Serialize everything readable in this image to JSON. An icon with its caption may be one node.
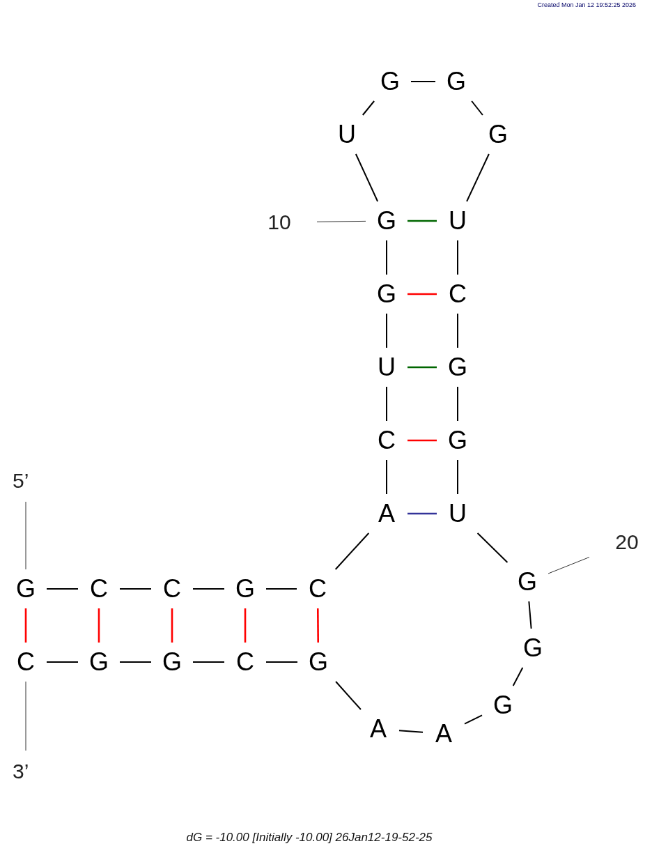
{
  "diagram": {
    "caption": "dG = -10.00 [Initially -10.00] 26Jan12-19-52-25",
    "nodes": [
      {
        "text": [
          "5’"
        ]
      },
      {
        "text": [
          "G"
        ]
      },
      {
        "text": [
          "C"
        ]
      },
      {
        "text": [
          "C"
        ]
      },
      {
        "text": [
          "G"
        ]
      },
      {
        "text": [
          "C"
        ]
      },
      {
        "text": [
          "A"
        ]
      },
      {
        "text": [
          "C"
        ]
      },
      {
        "text": [
          "U"
        ]
      },
      {
        "text": [
          "G"
        ]
      },
      {
        "text": [
          "G"
        ]
      },
      {
        "text": [
          "U"
        ]
      },
      {
        "text": [
          "G"
        ]
      },
      {
        "text": [
          "G"
        ]
      },
      {
        "text": [
          "G"
        ]
      },
      {
        "text": [
          "U"
        ]
      },
      {
        "text": [
          "C"
        ]
      },
      {
        "text": [
          "G"
        ]
      },
      {
        "text": [
          "G"
        ]
      },
      {
        "text": [
          "U"
        ]
      },
      {
        "text": [
          "G"
        ]
      },
      {
        "text": [
          "G"
        ]
      },
      {
        "text": [
          "G"
        ]
      },
      {
        "text": [
          "A"
        ]
      },
      {
        "text": [
          "A"
        ]
      },
      {
        "text": [
          "G"
        ]
      },
      {
        "text": [
          "C"
        ]
      },
      {
        "text": [
          "G"
        ]
      },
      {
        "text": [
          "G"
        ]
      },
      {
        "text": [
          "C"
        ]
      },
      {
        "text": [
          "3’"
        ]
      },
      {
        "text": [
          "10"
        ]
      },
      {
        "text": [
          "20"
        ]
      }
    ],
    "edges": [
      {
        "from": 0,
        "to": 1,
        "arrow": "none"
      },
      {
        "from": 1,
        "to": 2,
        "arrow": "none"
      },
      {
        "from": 2,
        "to": 3,
        "arrow": "none"
      },
      {
        "from": 3,
        "to": 4,
        "arrow": "none"
      },
      {
        "from": 4,
        "to": 5,
        "arrow": "none"
      },
      {
        "from": 5,
        "to": 6,
        "arrow": "none"
      },
      {
        "from": 6,
        "to": 7,
        "arrow": "none"
      },
      {
        "from": 7,
        "to": 8,
        "arrow": "none"
      },
      {
        "from": 8,
        "to": 9,
        "arrow": "none"
      },
      {
        "from": 9,
        "to": 10,
        "arrow": "none"
      },
      {
        "from": 10,
        "to": 11,
        "arrow": "none"
      },
      {
        "from": 11,
        "to": 12,
        "arrow": "none"
      },
      {
        "from": 12,
        "to": 13,
        "arrow": "none"
      },
      {
        "from": 13,
        "to": 14,
        "arrow": "none"
      },
      {
        "from": 14,
        "to": 15,
        "arrow": "none"
      },
      {
        "from": 15,
        "to": 16,
        "arrow": "none"
      },
      {
        "from": 16,
        "to": 17,
        "arrow": "none"
      },
      {
        "from": 17,
        "to": 18,
        "arrow": "none"
      },
      {
        "from": 18,
        "to": 19,
        "arrow": "none"
      },
      {
        "from": 19,
        "to": 20,
        "arrow": "none"
      },
      {
        "from": 20,
        "to": 21,
        "arrow": "none"
      },
      {
        "from": 21,
        "to": 22,
        "arrow": "none"
      },
      {
        "from": 22,
        "to": 23,
        "arrow": "none"
      },
      {
        "from": 23,
        "to": 24,
        "arrow": "none"
      },
      {
        "from": 24,
        "to": 25,
        "arrow": "none"
      },
      {
        "from": 25,
        "to": 26,
        "arrow": "none"
      },
      {
        "from": 26,
        "to": 27,
        "arrow": "none"
      },
      {
        "from": 27,
        "to": 28,
        "arrow": "none"
      },
      {
        "from": 28,
        "to": 29,
        "arrow": "none"
      },
      {
        "from": 29,
        "to": 30,
        "arrow": "none"
      },
      {
        "from": 31,
        "to": 10,
        "arrow": "none"
      },
      {
        "from": 32,
        "to": 20,
        "arrow": "none"
      },
      {
        "from": 1,
        "to": 29,
        "arrow": "none",
        "color": "#ff0000"
      },
      {
        "from": 2,
        "to": 28,
        "arrow": "none",
        "color": "#ff0000"
      },
      {
        "from": 3,
        "to": 27,
        "arrow": "none",
        "color": "#ff0000"
      },
      {
        "from": 4,
        "to": 26,
        "arrow": "none",
        "color": "#ff0000"
      },
      {
        "from": 5,
        "to": 25,
        "arrow": "none",
        "color": "#ff0000"
      },
      {
        "from": 6,
        "to": 19,
        "arrow": "none",
        "color": "#333399"
      },
      {
        "from": 7,
        "to": 18,
        "arrow": "none",
        "color": "#ff0000"
      },
      {
        "from": 8,
        "to": 17,
        "arrow": "none",
        "color": "#006600"
      },
      {
        "from": 9,
        "to": 16,
        "arrow": "none",
        "color": "#ff0000"
      },
      {
        "from": 10,
        "to": 15,
        "arrow": "none",
        "color": "#006600"
      }
    ],
    "labels": [
      "Created Mon Jan 12 19:52:25 2026"
    ]
  }
}
